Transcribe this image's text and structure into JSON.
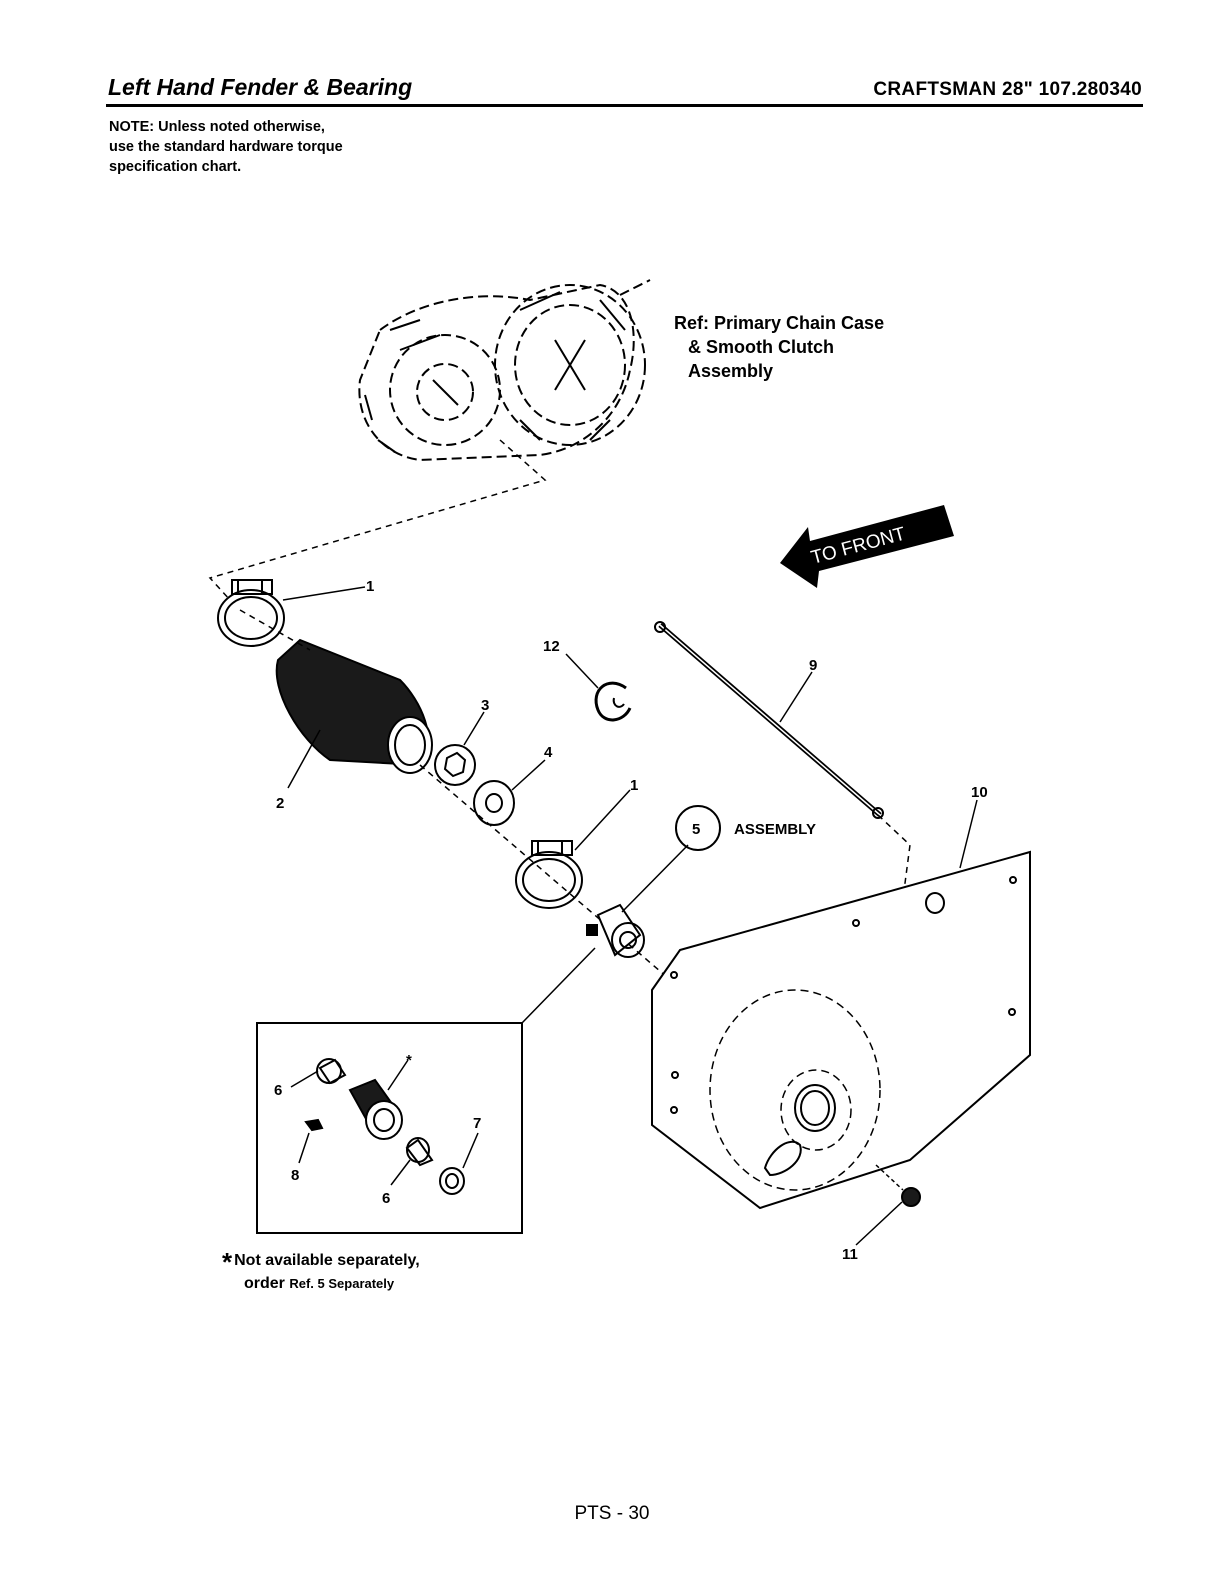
{
  "header": {
    "title": "Left Hand Fender & Bearing",
    "model": "CRAFTSMAN 28\" 107.280340"
  },
  "note": {
    "line1": "NOTE: Unless noted otherwise,",
    "line2": "use the standard hardware torque",
    "line3": "specification chart."
  },
  "reference": {
    "line1": "Ref: Primary Chain Case",
    "line2": "& Smooth Clutch",
    "line3": "Assembly"
  },
  "arrow": {
    "label": "TO FRONT"
  },
  "assembly": {
    "number": "5",
    "label": "ASSEMBLY"
  },
  "callouts": {
    "c1a": "1",
    "c1b": "1",
    "c2": "2",
    "c3": "3",
    "c4": "4",
    "c6a": "6",
    "c6b": "6",
    "c7": "7",
    "c8": "8",
    "c9": "9",
    "c10": "10",
    "c11": "11",
    "c12": "12",
    "star": "*"
  },
  "footnote": {
    "star": "*",
    "line1": "Not available separately,",
    "line2_a": "order",
    "line2_b": "Ref. 5 Separately"
  },
  "footer": {
    "page": "PTS - 30"
  }
}
